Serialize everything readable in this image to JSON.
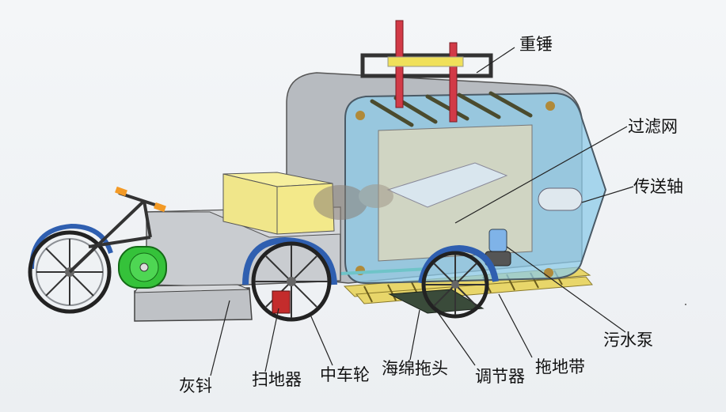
{
  "labels": {
    "weight": "重锤",
    "filter": "过滤网",
    "conveyor": "传送轴",
    "pump": "污水泵",
    "mop_belt": "拖地带",
    "regulator": "调节器",
    "sponge_mop": "海绵拖头",
    "middle_wheel": "中车轮",
    "sweeper": "扫地器",
    "ash_bucket": "灰钭"
  },
  "colors": {
    "label_text": "#111111",
    "leader_line": "#222222",
    "bucket_yellow": "#f3e98a",
    "tank_blue": "#8ecbe8",
    "fender_blue": "#2f5fb0",
    "motor_green": "#35c23a",
    "weight_red": "#d23a47",
    "sweeper_red": "#c42c2c",
    "mop_yellow": "#e8d66a",
    "body_gray": "#c9ccd0"
  }
}
